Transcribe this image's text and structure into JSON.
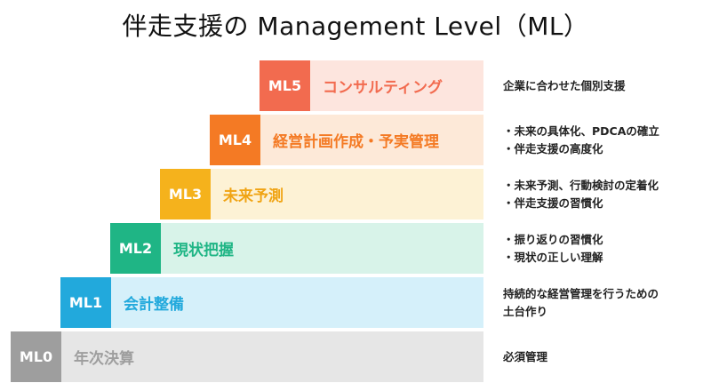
{
  "title": "伴走支援の Management Level（ML）",
  "levels": [
    {
      "code": "ML5",
      "label": "コンサルティング",
      "code_color": "#f26b4f",
      "band_color": "#fde5de",
      "text_color": "#f26b4f",
      "desc": [
        "企業に合わせた個別支援"
      ]
    },
    {
      "code": "ML4",
      "label": "経営計画作成・予実管理",
      "code_color": "#f47a24",
      "band_color": "#fde9d8",
      "text_color": "#f47a24",
      "desc": [
        "・未来の具体化、PDCAの確立",
        "・伴走支援の高度化"
      ]
    },
    {
      "code": "ML3",
      "label": "未来予測",
      "code_color": "#f5b21c",
      "band_color": "#fdf2d5",
      "text_color": "#f0a414",
      "desc": [
        "・未来予測、行動検討の定着化",
        "・伴走支援の習慣化"
      ]
    },
    {
      "code": "ML2",
      "label": "現状把握",
      "code_color": "#1fb585",
      "band_color": "#d8f3e9",
      "text_color": "#1fb585",
      "desc": [
        "・振り返りの習慣化",
        "・現状の正しい理解"
      ]
    },
    {
      "code": "ML1",
      "label": "会計整備",
      "code_color": "#22a9dc",
      "band_color": "#d5f0fa",
      "text_color": "#22a9dc",
      "desc": [
        "持続的な経営管理を行うための",
        "土台作り"
      ]
    },
    {
      "code": "ML0",
      "label": "年次決算",
      "code_color": "#9e9e9e",
      "band_color": "#e6e6e6",
      "text_color": "#9e9e9e",
      "desc": [
        "必須管理"
      ]
    }
  ]
}
